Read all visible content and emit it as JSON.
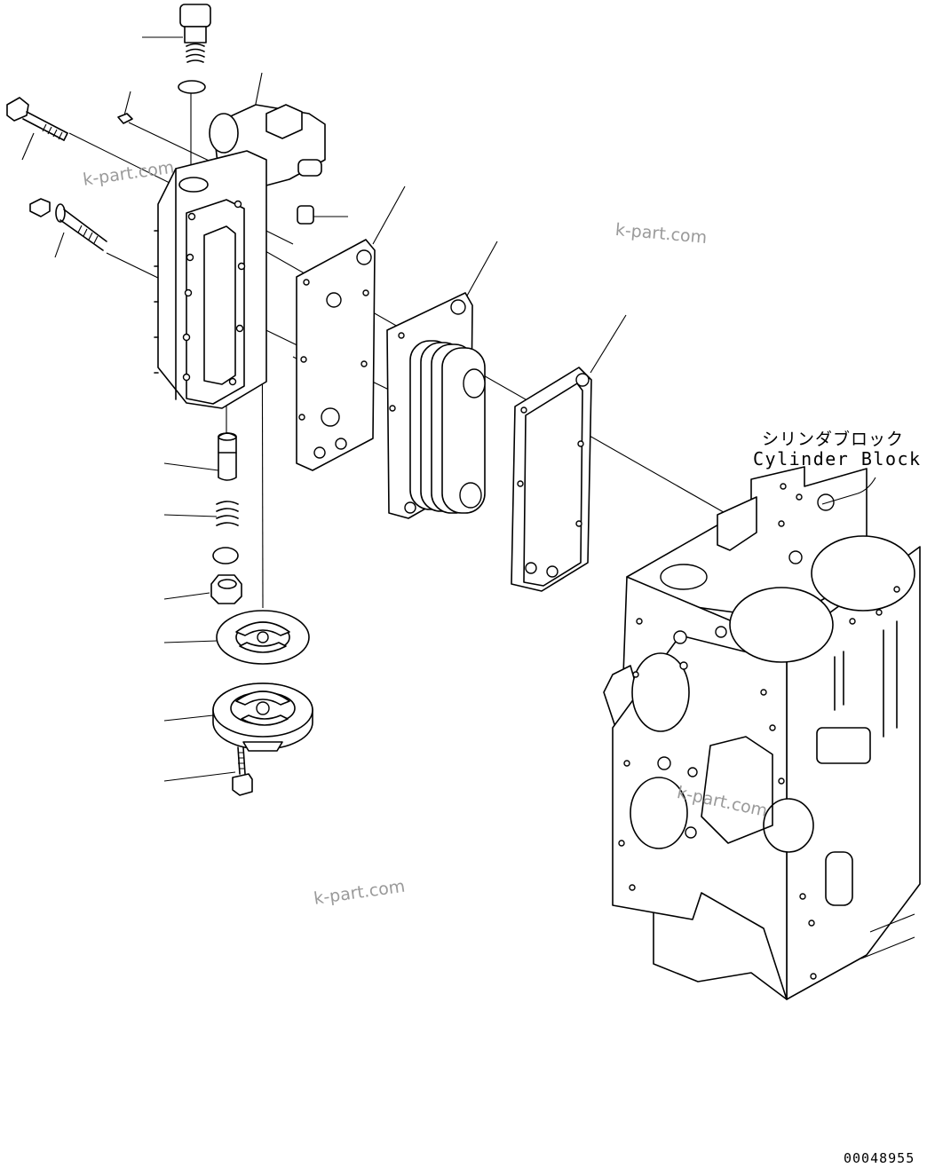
{
  "labels": {
    "cylinder_block_jp": "シリンダブロック",
    "cylinder_block_en": "Cylinder Block"
  },
  "watermarks": [
    "k-part.com",
    "k-part.com",
    "k-part.com",
    "k-part.com"
  ],
  "drawing_number": "00048955"
}
